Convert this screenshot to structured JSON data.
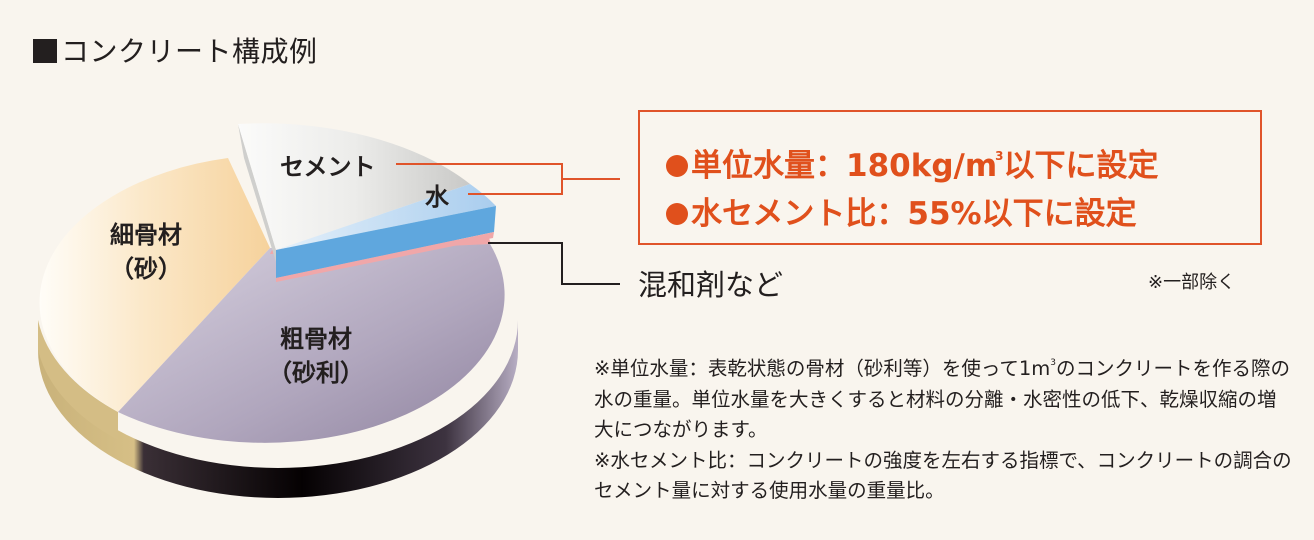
{
  "title": "コンクリート構成例",
  "chart_data": {
    "type": "pie",
    "title": "コンクリート構成例",
    "style": "3d-exploded",
    "categories": [
      "セメント",
      "水",
      "混和剤など",
      "粗骨材（砂利）",
      "細骨材（砂）"
    ],
    "values": [
      11,
      6,
      1,
      44,
      38
    ],
    "unit": "approximate % of volume (estimated from slice angles)",
    "colors": [
      "#d9d9d9",
      "#5fa7de",
      "#f0a7a9",
      "#b3a9be",
      "#f8d9a7"
    ],
    "exploded": [
      "セメント",
      "水",
      "混和剤など"
    ],
    "legend": "none (direct labels with callout lines)"
  },
  "slices": {
    "cement": {
      "label": "セメント"
    },
    "water": {
      "label": "水"
    },
    "fine_aggregate": {
      "line1": "細骨材",
      "line2": "（砂）"
    },
    "coarse_aggregate": {
      "line1": "粗骨材",
      "line2": "（砂利）"
    },
    "admixture": {
      "label": "混和剤など"
    }
  },
  "info_box": {
    "line1_prefix": "単位水量：180kg/m",
    "line1_sup": "3",
    "line1_suffix": "以下に設定",
    "line2": "水セメント比：55%以下に設定"
  },
  "partial_note": "※一部除く",
  "footnotes": {
    "unit_water_prefix": "※単位水量：表乾状態の骨材（砂利等）を使って1m",
    "unit_water_sup": "3",
    "unit_water_suffix": "のコンクリートを作る際の水の重量。単位水量を大きくすると材料の分離・水密性の低下、乾燥収縮の増大につながります。",
    "wc_ratio": "※水セメント比：コンクリートの強度を左右する指標で、コンクリートの調合のセメント量に対する使用水量の重量比。"
  },
  "colors": {
    "accent": "#e0501c",
    "background": "#f9f5ee",
    "text": "#231f1f"
  }
}
